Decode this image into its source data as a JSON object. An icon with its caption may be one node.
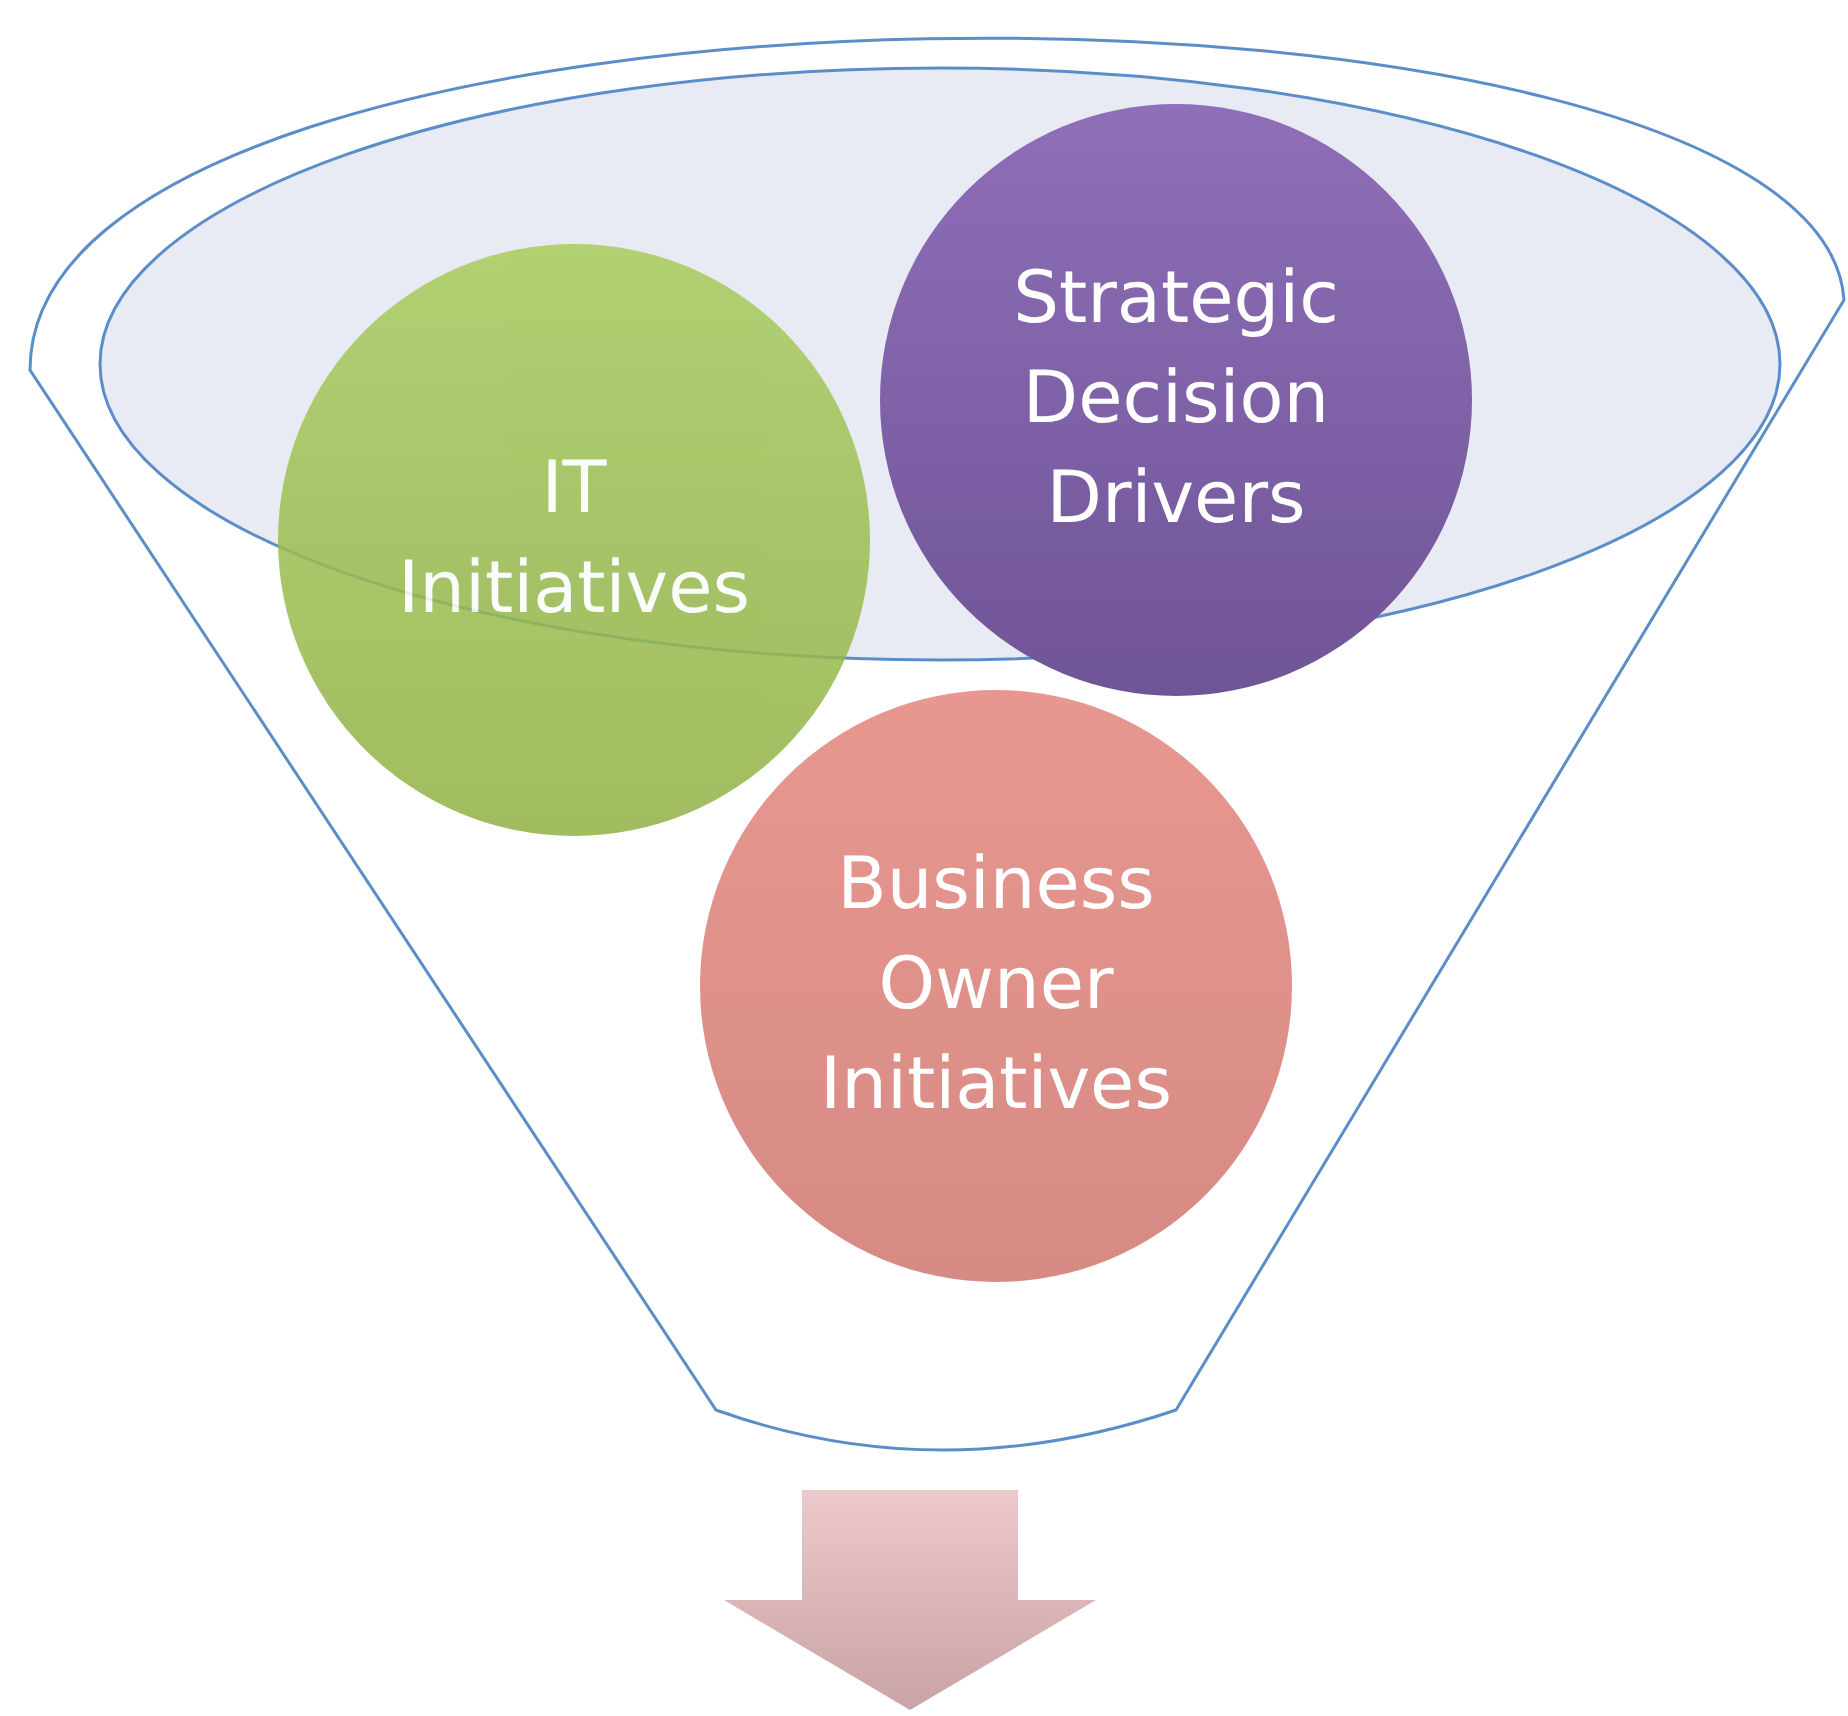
{
  "diagram": {
    "nodes": [
      {
        "text": [],
        "shape": "funnel"
      },
      {
        "text": [
          "IT Initiatives"
        ],
        "in": 0
      },
      {
        "text": [
          "Strategic Decision Drivers"
        ],
        "in": 0
      },
      {
        "text": [
          "Business Owner Initiatives"
        ],
        "in": 0
      }
    ]
  }
}
